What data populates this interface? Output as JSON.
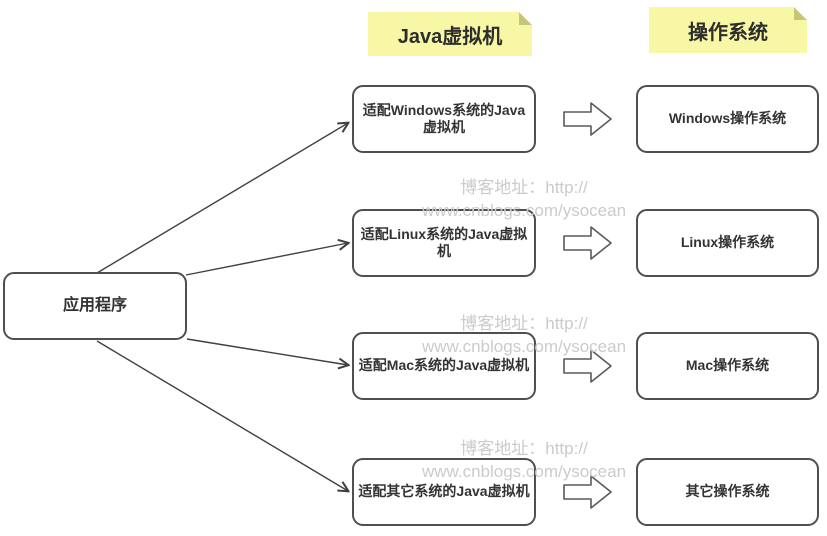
{
  "diagram": {
    "headers": [
      {
        "label": "Java虚拟机"
      },
      {
        "label": "操作系统"
      }
    ],
    "app_box": {
      "label": "应用程序"
    },
    "rows": [
      {
        "jvm": "适配Windows系统的Java\n虚拟机",
        "os": "Windows操作系统"
      },
      {
        "jvm": "适配Linux系统的Java虚拟\n机",
        "os": "Linux操作系统"
      },
      {
        "jvm": "适配Mac系统的Java虚拟机",
        "os": "Mac操作系统"
      },
      {
        "jvm": "适配其它系统的Java虚拟机",
        "os": "其它操作系统"
      }
    ],
    "watermark": {
      "line1": "博客地址：http://",
      "line2": "www.cnblogs.com/ysocean"
    },
    "colors": {
      "note_background": "#f7f7a5",
      "note_fold": "#c6c67b",
      "box_border": "#4f4f4f",
      "box_text": "#333333",
      "connector": "#404040",
      "watermark": "#cbcbcb",
      "background": "#ffffff"
    }
  }
}
